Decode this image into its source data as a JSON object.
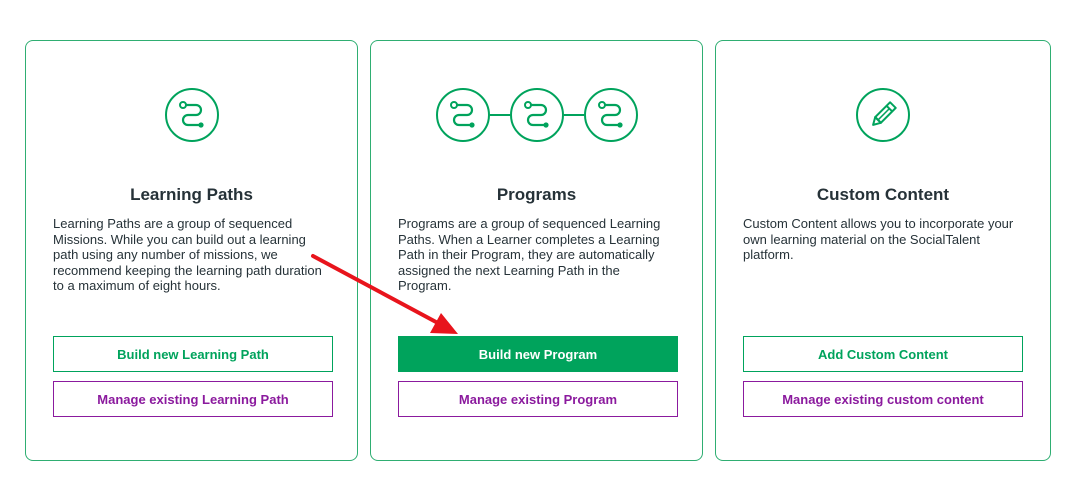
{
  "cards": [
    {
      "title": "Learning Paths",
      "description": "Learning Paths are a group of sequenced Missions. While you can build out a learning path using any number of missions, we recommend keeping the learning path duration to a maximum of eight hours.",
      "primary_button": "Build new Learning Path",
      "secondary_button": "Manage existing Learning Path",
      "icon": "path-icon"
    },
    {
      "title": "Programs",
      "description": "Programs are a group of sequenced Learning Paths. When a Learner completes a Learning Path in their Program, they are automatically assigned the next Learning Path in the Program.",
      "primary_button": "Build new Program",
      "secondary_button": "Manage existing Program",
      "icon": "program-chain-icon"
    },
    {
      "title": "Custom Content",
      "description": "Custom Content allows you to incorporate your own learning material on the SocialTalent platform.",
      "primary_button": "Add Custom Content",
      "secondary_button": "Manage existing custom content",
      "icon": "pencil-icon"
    }
  ],
  "colors": {
    "accent_green": "#00a35c",
    "secondary_purple": "#8b1a9e",
    "annotation_red": "#e8141c"
  }
}
